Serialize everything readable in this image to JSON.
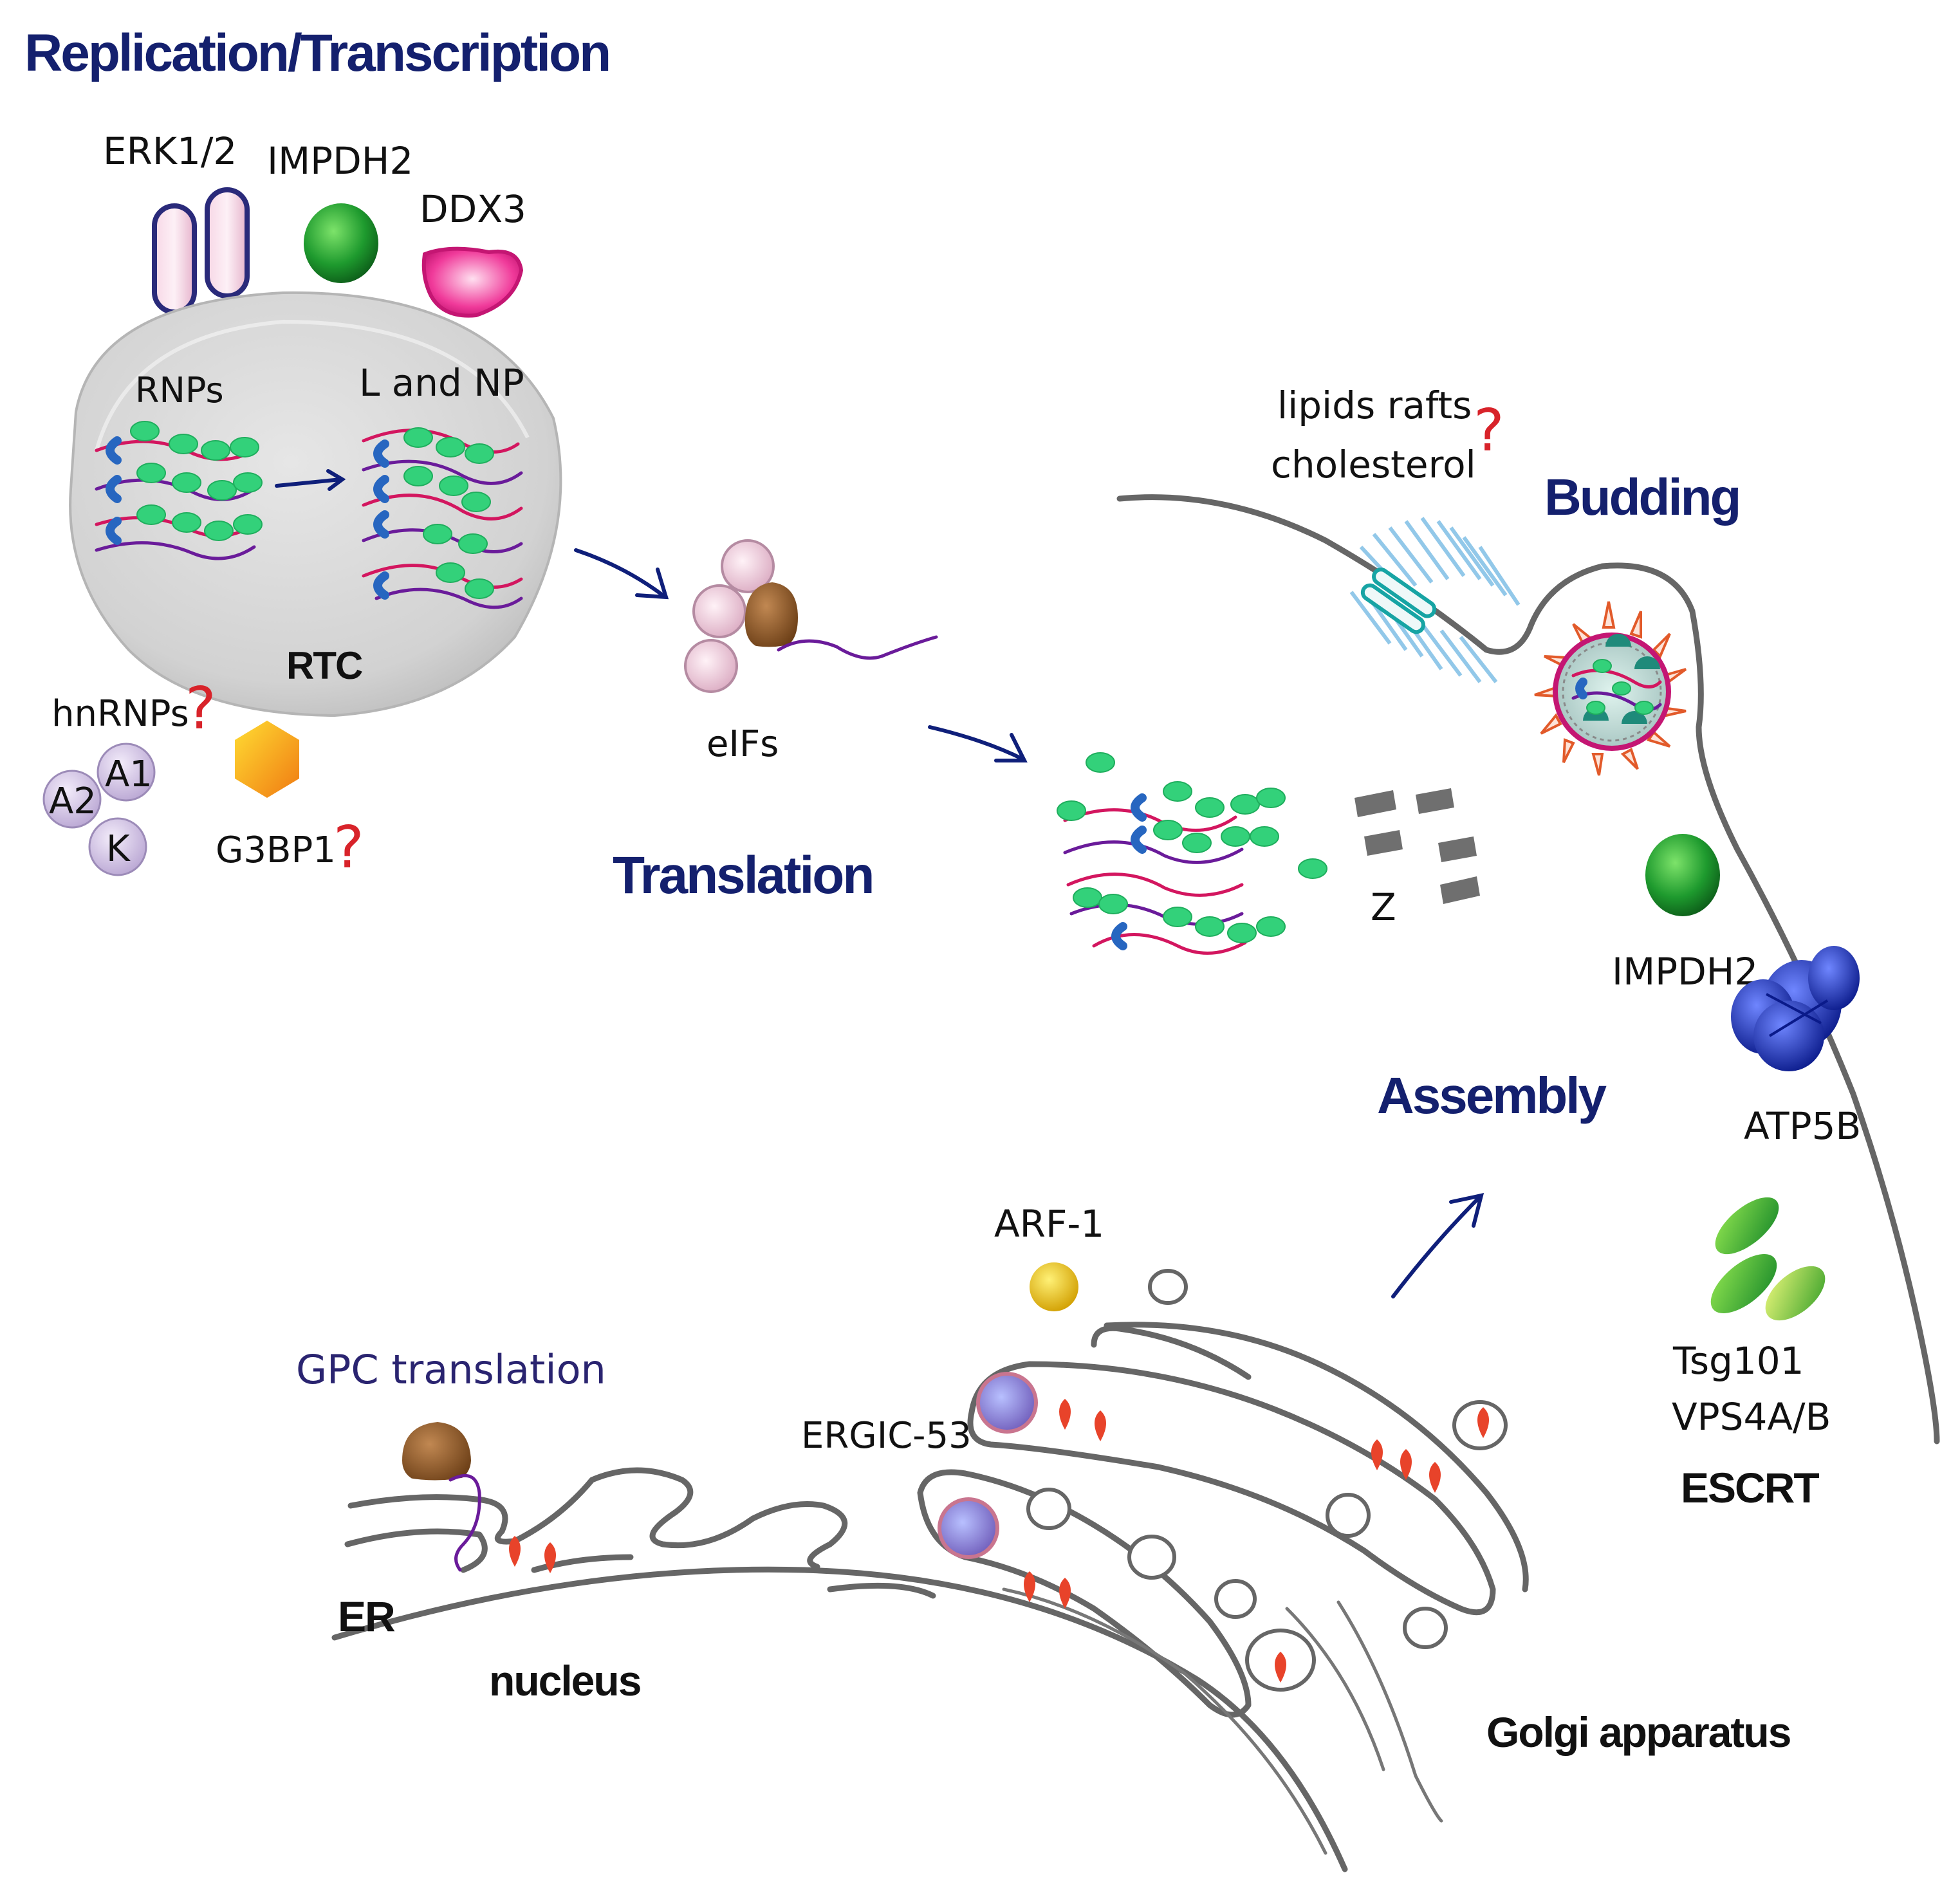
{
  "sections": {
    "replication": "Replication/Transcription",
    "translation": "Translation",
    "budding": "Budding",
    "assembly": "Assembly"
  },
  "labels": {
    "erk": "ERK1/2",
    "impdh2_top": "IMPDH2",
    "ddx3": "DDX3",
    "rnps": "RNPs",
    "l_and_np": "L and NP",
    "rtc": "RTC",
    "hnrnps": "hnRNPs",
    "a1": "A1",
    "a2": "A2",
    "k": "K",
    "g3bp1": "G3BP1",
    "eifs": "eIFs",
    "lipids_rafts": "lipids rafts",
    "cholesterol": "cholesterol",
    "z": "Z",
    "impdh2_right": "IMPDH2",
    "atp5b": "ATP5B",
    "arf1": "ARF-1",
    "gpc_translation": "GPC translation",
    "ergic53": "ERGIC-53",
    "tsg101": "Tsg101",
    "vps4ab": "VPS4A/B",
    "escrt": "ESCRT",
    "er": "ER",
    "nucleus": "nucleus",
    "golgi": "Golgi apparatus",
    "question_mark": "?"
  },
  "colors": {
    "section_title": "#14206e",
    "question": "#d8232a",
    "np_green": "#33d17a",
    "rna_purple": "#6a1b9a",
    "rna_magenta": "#d3165f",
    "membrane": "#666666",
    "cargo_red": "#e8432a",
    "ribosome_brown": "#8b5a2b",
    "atp5b_blue": "#1f3bb8"
  }
}
